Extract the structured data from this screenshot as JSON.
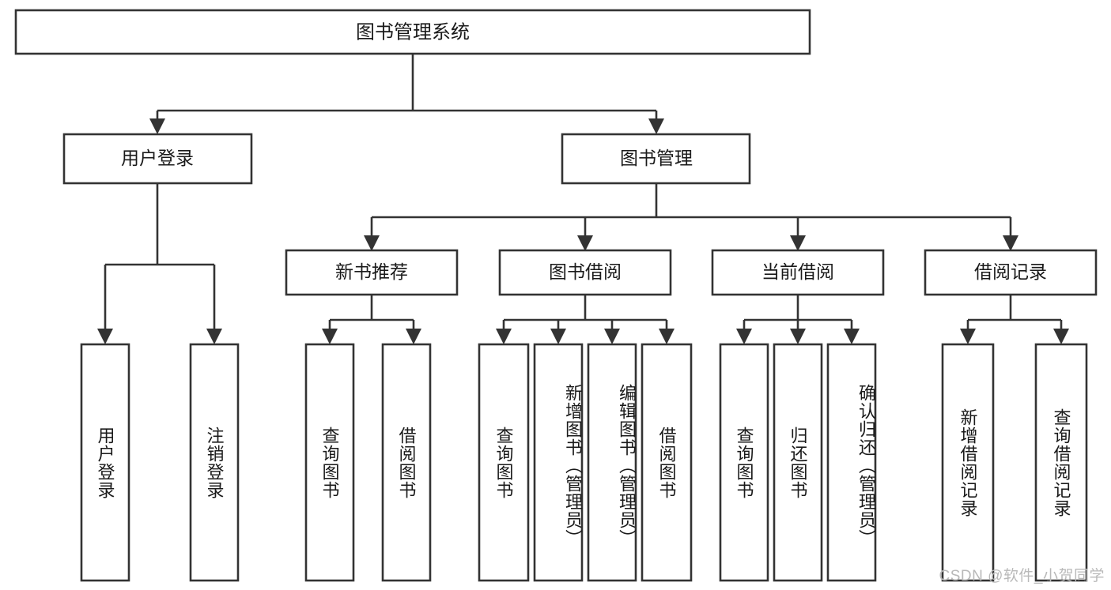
{
  "diagram": {
    "type": "hierarchy-tree",
    "title": "图书管理系统",
    "watermark": "CSDN @软件_小贺同学",
    "colors": {
      "stroke": "#333333",
      "box_fill": "#ffffff",
      "text": "#1a1a1a",
      "background": "#ffffff",
      "watermark": "#b9b9b9"
    },
    "levels": {
      "root": {
        "label": "图书管理系统"
      },
      "level2": [
        {
          "label": "用户登录"
        },
        {
          "label": "图书管理"
        }
      ],
      "level3": [
        {
          "label": "新书推荐"
        },
        {
          "label": "图书借阅"
        },
        {
          "label": "当前借阅"
        },
        {
          "label": "借阅记录"
        }
      ]
    },
    "leaves": {
      "user_login": [
        {
          "label": "用户登录"
        },
        {
          "label": "注销登录"
        }
      ],
      "new_book_recommend": [
        {
          "label": "查询图书"
        },
        {
          "label": "借阅图书"
        }
      ],
      "book_borrow": [
        {
          "label": "查询图书"
        },
        {
          "label": "新增图书（管理员）"
        },
        {
          "label": "编辑图书（管理员）"
        },
        {
          "label": "借阅图书"
        }
      ],
      "current_borrow": [
        {
          "label": "查询图书"
        },
        {
          "label": "归还图书"
        },
        {
          "label": "确认归还（管理员）"
        }
      ],
      "borrow_record": [
        {
          "label": "新增借阅记录"
        },
        {
          "label": "查询借阅记录"
        }
      ]
    }
  }
}
